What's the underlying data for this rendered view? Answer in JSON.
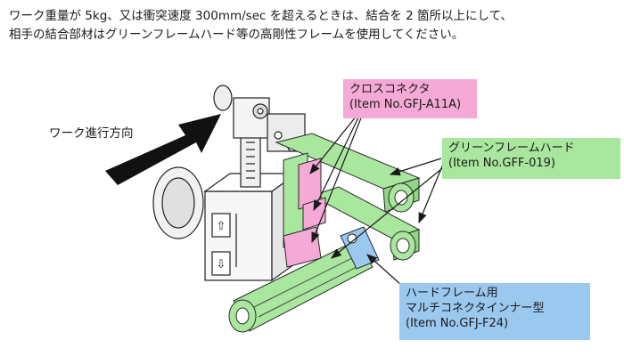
{
  "intro": {
    "line1": "ワーク重量が 5kg、又は衝突速度 300mm/sec を超えるときは、結合を 2 箇所以上にして、",
    "line2": "相手の結合部材はグリーンフレームハード等の高剛性フレームを使用してください。"
  },
  "direction_label": "ワーク進行方向",
  "callouts": {
    "cross_connector": {
      "name": "クロスコネクタ",
      "item": "(Item No.GFJ-A11A)"
    },
    "green_frame_hard": {
      "name": "グリーンフレームハード",
      "item": "(Item No.GFF-019)"
    },
    "multi_connector": {
      "name1": "ハードフレーム用",
      "name2": "マルチコネクタインナー型",
      "item": "(Item No.GFJ-F24)"
    }
  },
  "colors": {
    "pink": "#f4a9d6",
    "green": "#a8e79d",
    "blue": "#9bc8ef",
    "line": "#1a1a1a"
  }
}
